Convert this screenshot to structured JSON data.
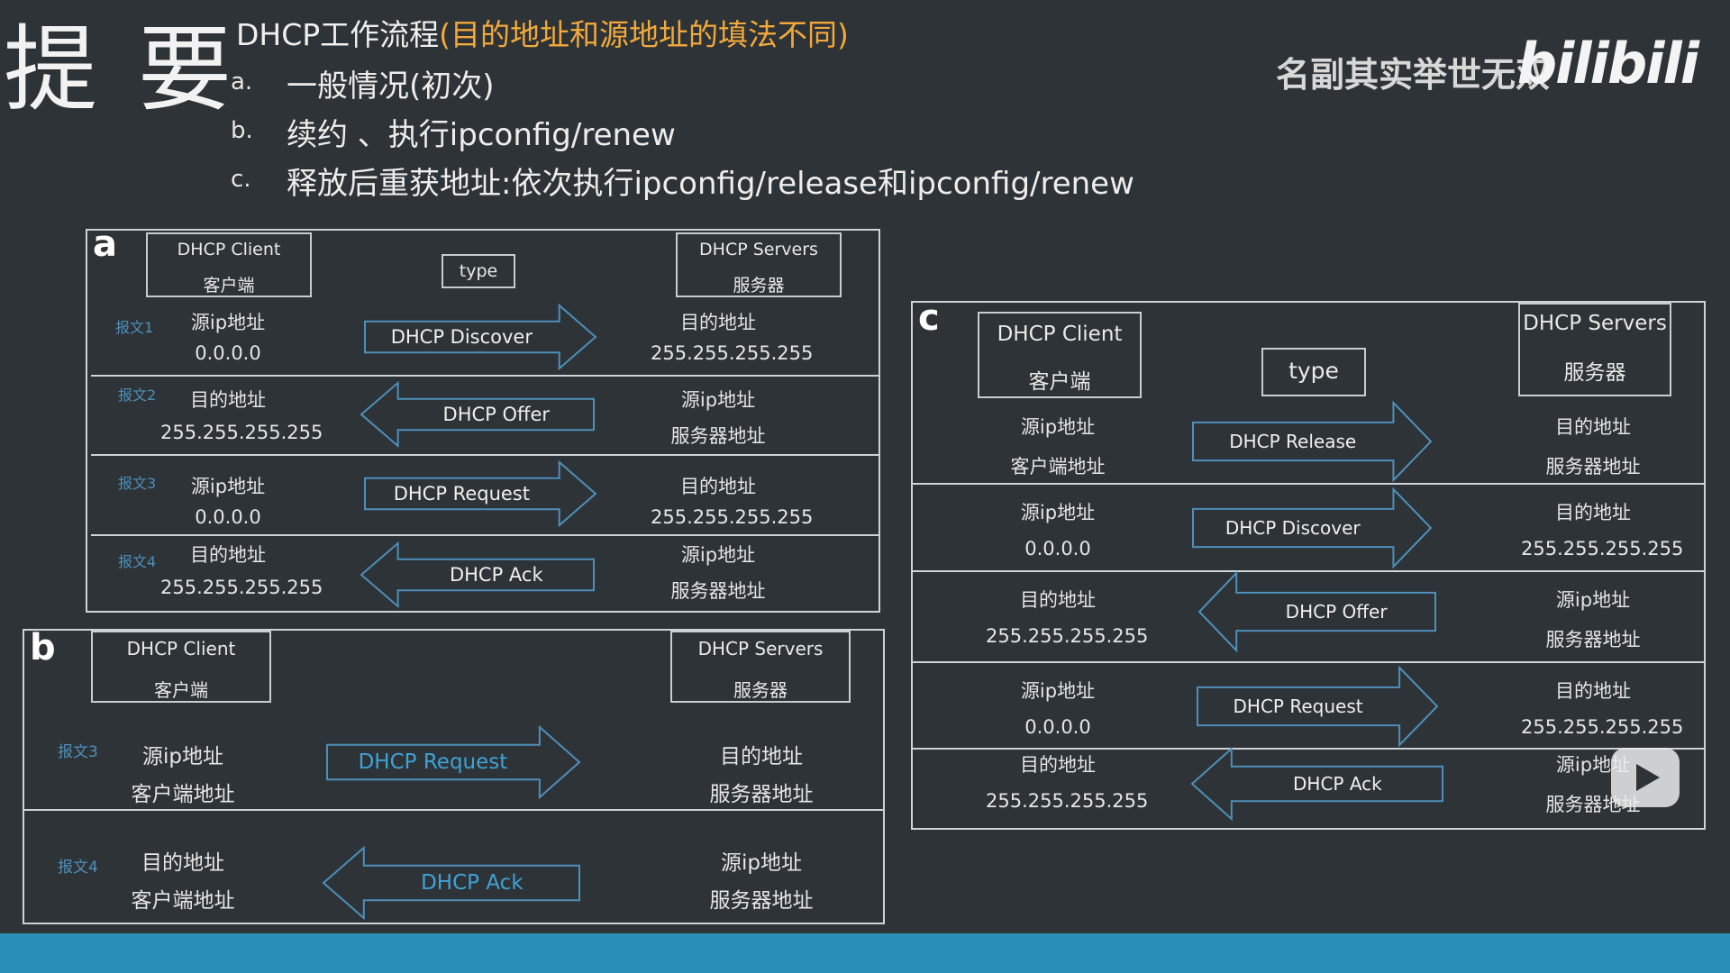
{
  "header": {
    "big": "提 要",
    "title": "DHCP工作流程",
    "title_note": "(目的地址和源地址的填法不同)",
    "items": [
      {
        "key": "a.",
        "text": "一般情况(初次)"
      },
      {
        "key": "b.",
        "text": "续约 、执行ipconfig/renew"
      },
      {
        "key": "c.",
        "text": "释放后重获地址:依次执行ipconfig/release和ipconfig/renew"
      }
    ],
    "slogan": "名副其实举世无双",
    "logo": "bilibili"
  },
  "panel_a": {
    "letter": "a",
    "client": [
      "DHCP Client",
      "客户端"
    ],
    "type": "type",
    "server": [
      "DHCP Servers",
      "服务器"
    ],
    "rows": [
      {
        "msg": "报文1",
        "left": [
          "源ip地址",
          "0.0.0.0"
        ],
        "label": "DHCP Discover",
        "dir": "right",
        "right": [
          "目的地址",
          "255.255.255.255"
        ]
      },
      {
        "msg": "报文2",
        "left": [
          "目的地址",
          "255.255.255.255"
        ],
        "label": "DHCP Offer",
        "dir": "left",
        "right": [
          "源ip地址",
          "服务器地址"
        ]
      },
      {
        "msg": "报文3",
        "left": [
          "源ip地址",
          "0.0.0.0"
        ],
        "label": "DHCP Request",
        "dir": "right",
        "right": [
          "目的地址",
          "255.255.255.255"
        ]
      },
      {
        "msg": "报文4",
        "left": [
          "目的地址",
          "255.255.255.255"
        ],
        "label": "DHCP Ack",
        "dir": "left",
        "right": [
          "源ip地址",
          "服务器地址"
        ]
      }
    ]
  },
  "panel_b": {
    "letter": "b",
    "client": [
      "DHCP Client",
      "客户端"
    ],
    "server": [
      "DHCP Servers",
      "服务器"
    ],
    "rows": [
      {
        "msg": "报文3",
        "left": [
          "源ip地址",
          "客户端地址"
        ],
        "label": "DHCP Request",
        "dir": "right",
        "right": [
          "目的地址",
          "服务器地址"
        ]
      },
      {
        "msg": "报文4",
        "left": [
          "目的地址",
          "客户端地址"
        ],
        "label": "DHCP Ack",
        "dir": "left",
        "right": [
          "源ip地址",
          "服务器地址"
        ]
      }
    ]
  },
  "panel_c": {
    "letter": "c",
    "client": [
      "DHCP Client",
      "客户端"
    ],
    "type": "type",
    "server": [
      "DHCP Servers",
      "服务器"
    ],
    "rows": [
      {
        "left": [
          "源ip地址",
          "客户端地址"
        ],
        "label": "DHCP Release",
        "dir": "right",
        "right": [
          "目的地址",
          "服务器地址"
        ]
      },
      {
        "left": [
          "源ip地址",
          "0.0.0.0"
        ],
        "label": "DHCP Discover",
        "dir": "right",
        "right": [
          "目的地址",
          "255.255.255.255"
        ]
      },
      {
        "left": [
          "目的地址",
          "255.255.255.255"
        ],
        "label": "DHCP Offer",
        "dir": "left",
        "right": [
          "源ip地址",
          "服务器地址"
        ]
      },
      {
        "left": [
          "源ip地址",
          "0.0.0.0"
        ],
        "label": "DHCP Request",
        "dir": "right",
        "right": [
          "目的地址",
          "255.255.255.255"
        ]
      },
      {
        "left": [
          "目的地址",
          "255.255.255.255"
        ],
        "label": "DHCP Ack",
        "dir": "left",
        "right": [
          "源ip地址",
          "服务器地址"
        ]
      }
    ]
  },
  "colors": {
    "background": "#2d3337",
    "accent": "#f2a93b",
    "arrow": "#4f8fba",
    "bottom_bar": "#2a8fb7"
  },
  "icons": {
    "play": "play-icon"
  }
}
